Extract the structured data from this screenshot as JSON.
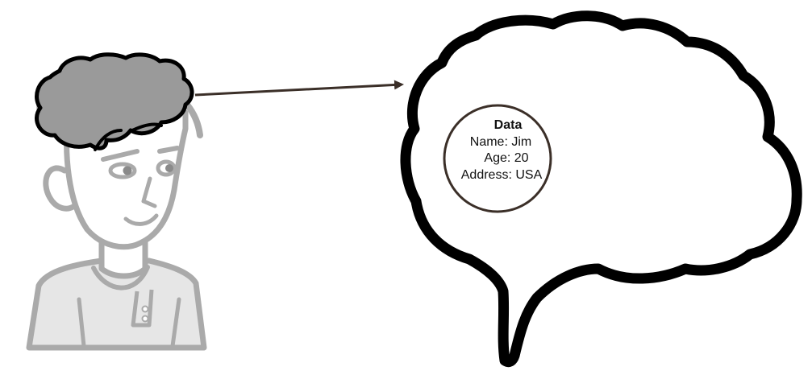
{
  "diagram": {
    "memory_bubble": {
      "title": "Data",
      "fields": [
        "Name: Jim",
        "Age: 20",
        "Address: USA"
      ]
    },
    "colors": {
      "person_gray": "#aaaaaa",
      "person_fill": "#e6e6e6",
      "hair_fill": "#9a9a9a",
      "outline": "#000000",
      "arrow": "#3b2f28",
      "memory_circle_stroke": "#3b2f28",
      "background": "#ffffff"
    },
    "icons": {
      "person": "person-illustration-icon",
      "brain": "brain-icon",
      "arrow": "arrow-right-icon"
    }
  }
}
